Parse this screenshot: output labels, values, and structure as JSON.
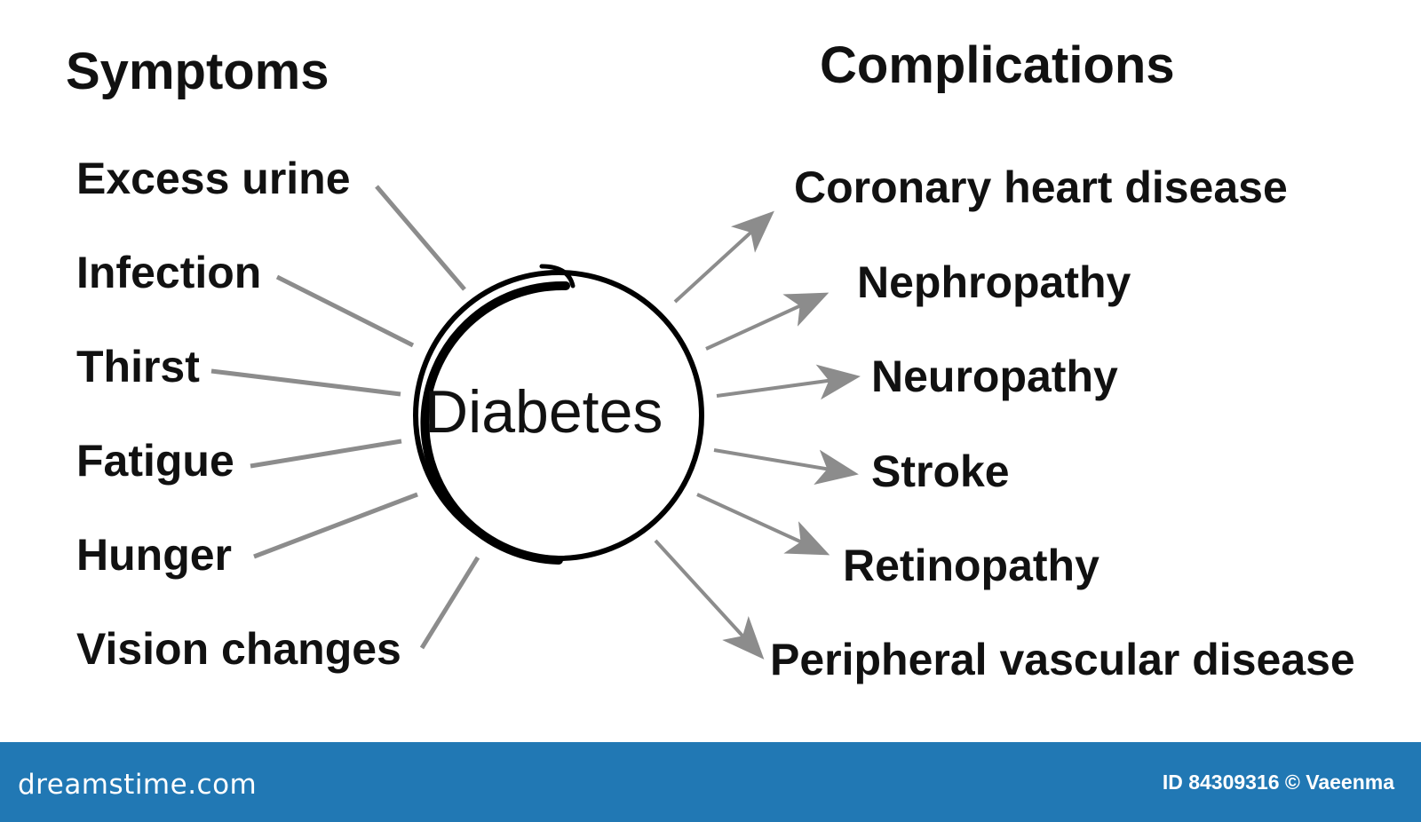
{
  "diagram": {
    "center": "Diabetes",
    "left_heading": "Symptoms",
    "right_heading": "Complications",
    "symptoms": [
      "Excess urine",
      "Infection",
      "Thirst",
      "Fatigue",
      "Hunger",
      "Vision changes"
    ],
    "complications": [
      "Coronary heart disease",
      "Nephropathy",
      "Neuropathy",
      "Stroke",
      "Retinopathy",
      "Peripheral vascular disease"
    ]
  },
  "colors": {
    "connector": "#8c8c8c",
    "circle": "#000000",
    "text": "#111111",
    "footer_bg": "#2178b4",
    "footer_text": "#ffffff"
  },
  "watermark": {
    "brand": "dreamstime.com",
    "id_text": "ID 84309316 © Vaeenma"
  }
}
